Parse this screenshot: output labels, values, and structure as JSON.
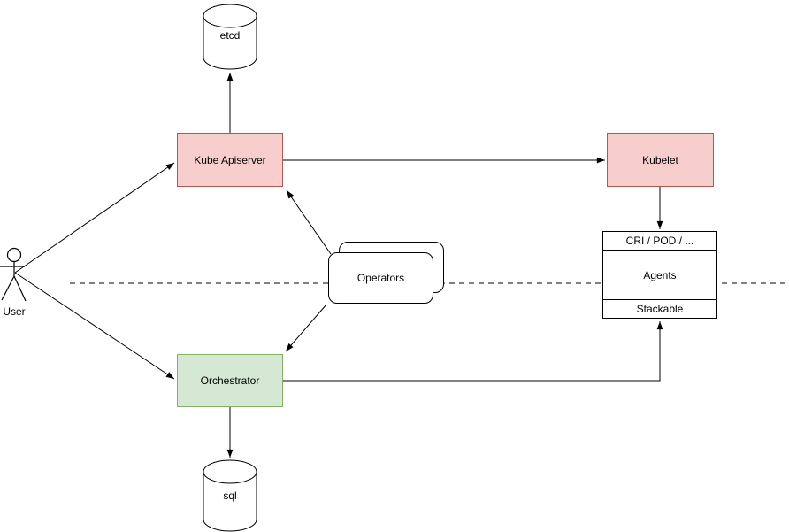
{
  "nodes": {
    "etcd": {
      "label": "etcd",
      "shape": "cylinder"
    },
    "kube_apiserver": {
      "label": "Kube Apiserver",
      "shape": "rectangle"
    },
    "kubelet": {
      "label": "Kubelet",
      "shape": "rectangle"
    },
    "cri_stack": {
      "shape": "stacked-rectangle",
      "rows": [
        "CRI / POD / ...",
        "Agents",
        "Stackable"
      ]
    },
    "operators": {
      "label": "Operators",
      "shape": "stacked-rounded-rectangle"
    },
    "orchestrator": {
      "label": "Orchestrator",
      "shape": "rectangle"
    },
    "sql": {
      "label": "sql",
      "shape": "cylinder"
    },
    "user": {
      "label": "User",
      "shape": "actor"
    }
  },
  "edges": [
    {
      "from": "kube_apiserver",
      "to": "etcd",
      "style": "solid-arrow"
    },
    {
      "from": "user",
      "to": "kube_apiserver",
      "style": "solid-arrow"
    },
    {
      "from": "user",
      "to": "orchestrator",
      "style": "solid-arrow"
    },
    {
      "from": "kube_apiserver",
      "to": "kubelet",
      "style": "solid-arrow"
    },
    {
      "from": "kubelet",
      "to": "cri_stack",
      "style": "solid-arrow"
    },
    {
      "from": "operators",
      "to": "kube_apiserver",
      "style": "solid-arrow"
    },
    {
      "from": "operators",
      "to": "orchestrator",
      "style": "solid-arrow"
    },
    {
      "from": "orchestrator",
      "to": "cri_stack",
      "style": "solid-arrow-elbow"
    },
    {
      "from": "orchestrator",
      "to": "sql",
      "style": "solid-arrow"
    },
    {
      "name": "boundary",
      "style": "dashed-horizontal-line"
    }
  ],
  "colors": {
    "background": "#ffffff",
    "red_fill": "#f8cecc",
    "red_stroke": "#b85450",
    "green_fill": "#d5e8d4",
    "green_stroke": "#82b366",
    "neutral_stroke": "#000000",
    "text": "#000000"
  }
}
